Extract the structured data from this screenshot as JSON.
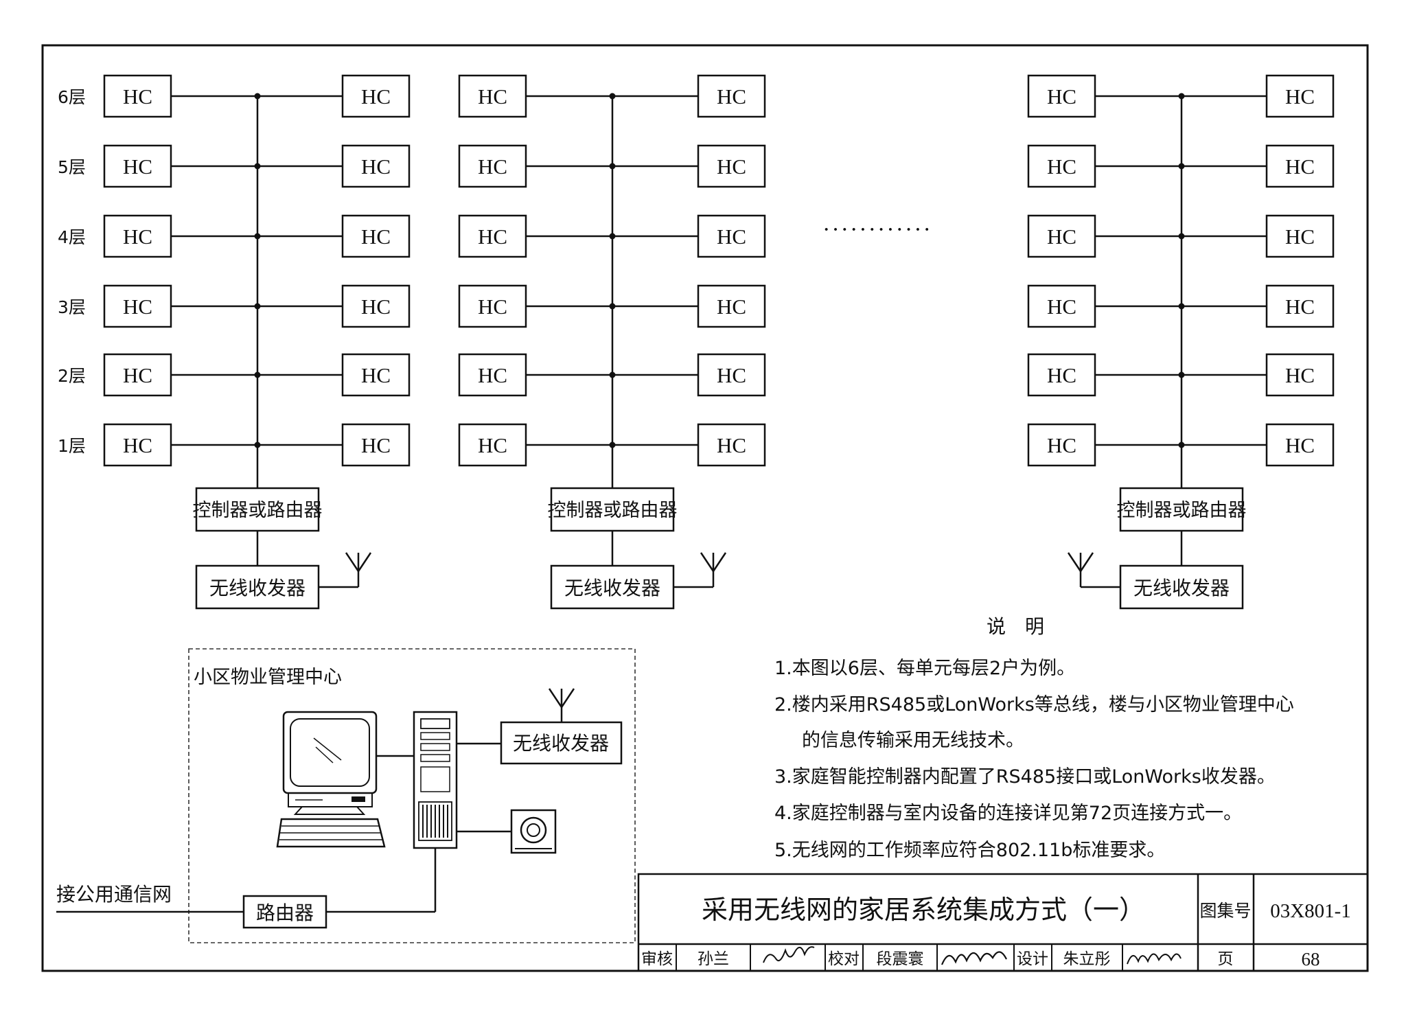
{
  "floors": [
    "6层",
    "5层",
    "4层",
    "3层",
    "2层",
    "1层"
  ],
  "unit_box_label": "HC",
  "controller_label": "控制器或路由器",
  "transceiver_label": "无线收发器",
  "ellipsis": "············",
  "management": {
    "title": "小区物业管理中心",
    "transceiver_label": "无线收发器",
    "router_label": "路由器",
    "public_network_label": "接公用通信网"
  },
  "notes": {
    "heading": "说　明",
    "items": [
      "1.本图以6层、每单元每层2户为例。",
      "2.楼内采用RS485或LonWorks等总线，楼与小区物业管理中心",
      "的信息传输采用无线技术。",
      "3.家庭智能控制器内配置了RS485接口或LonWorks收发器。",
      "4.家庭控制器与室内设备的连接详见第72页连接方式一。",
      "5.无线网的工作频率应符合802.11b标准要求。"
    ]
  },
  "title_block": {
    "title": "采用无线网的家居系统集成方式（一）",
    "atlas_label": "图集号",
    "atlas_number": "03X801-1",
    "review_label": "审核",
    "reviewer": "孙兰",
    "check_label": "校对",
    "checker": "段震寰",
    "design_label": "设计",
    "designer": "朱立彤",
    "page_label": "页",
    "page_number": "68"
  }
}
